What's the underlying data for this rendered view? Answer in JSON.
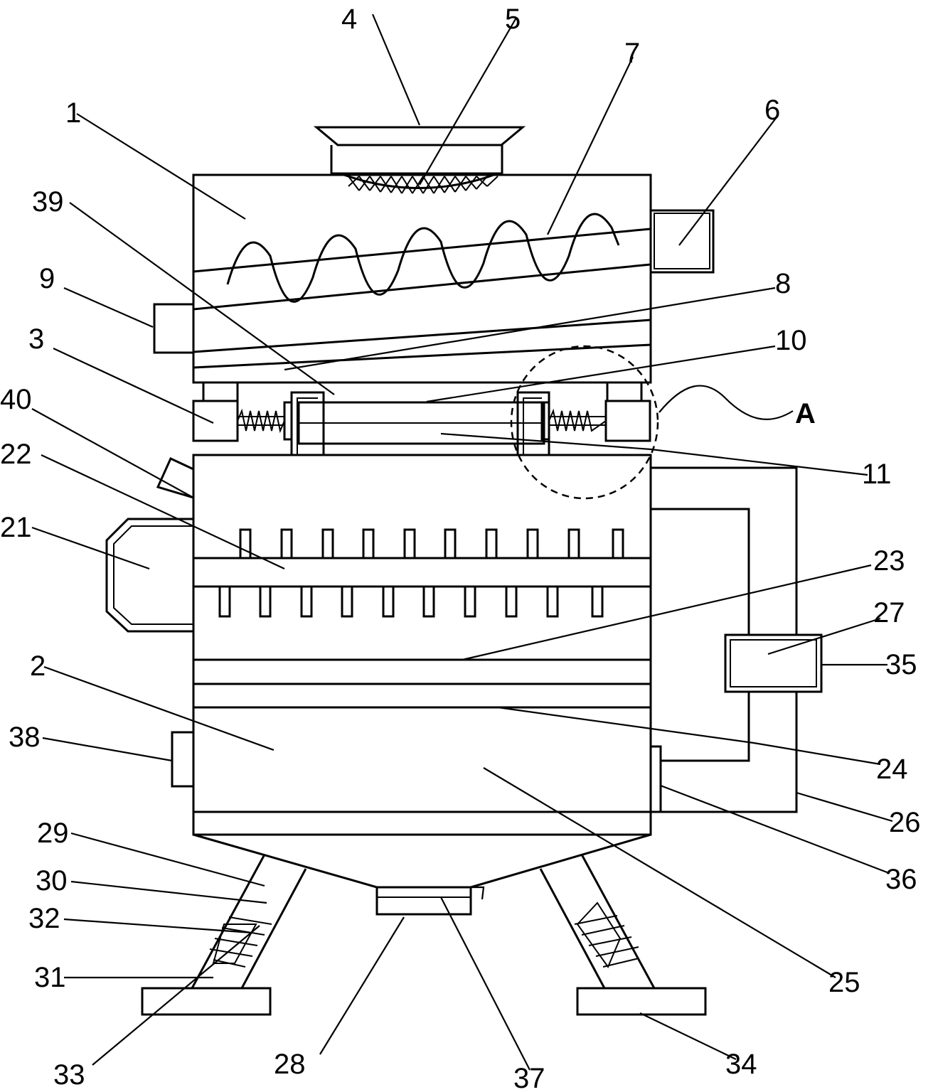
{
  "labels": {
    "l1": "1",
    "l2": "2",
    "l3": "3",
    "l4": "4",
    "l5": "5",
    "l6": "6",
    "l7": "7",
    "l8": "8",
    "l9": "9",
    "l10": "10",
    "l11": "11",
    "l21": "21",
    "l22": "22",
    "l23": "23",
    "l24": "24",
    "l25": "25",
    "l26": "26",
    "l27": "27",
    "l28": "28",
    "l29": "29",
    "l30": "30",
    "l31": "31",
    "l32": "32",
    "l33": "33",
    "l34": "34",
    "l35": "35",
    "l36": "36",
    "l37": "37",
    "l38": "38",
    "l39": "39",
    "l40": "40",
    "lA": "A"
  }
}
